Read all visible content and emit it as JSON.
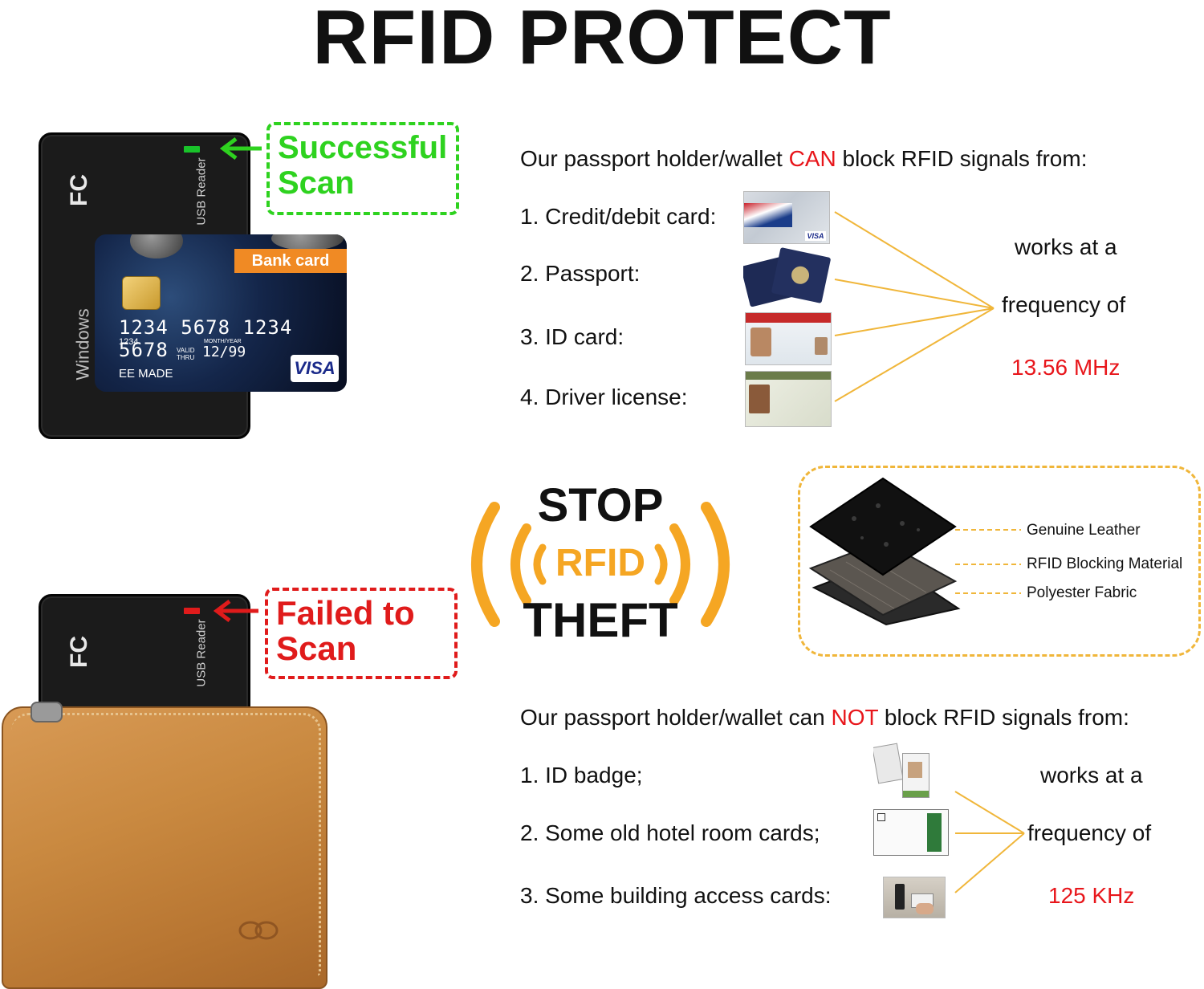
{
  "title": "RFID PROTECT",
  "top_reader": {
    "fc": "FC",
    "usb_label": "USB Reader",
    "windows_label": "Windows",
    "led_color": "#19c32a",
    "status_lines": [
      "Successful",
      "Scan"
    ],
    "status_color": "#2ed21f"
  },
  "bank_card": {
    "tag": "Bank card",
    "number": "1234 5678 1234 5678",
    "sub_number": "1234",
    "valid_label": "VALID THRU",
    "month_year_label": "MONTH/YEAR",
    "expiry": "12/99",
    "holder": "EE MADE",
    "brand": "VISA"
  },
  "can_block": {
    "heading_pre": "Our passport holder/wallet ",
    "heading_highlight": "CAN",
    "heading_post": " block RFID signals from:",
    "items": [
      {
        "label": "1. Credit/debit card:",
        "icon": "credit-card-image"
      },
      {
        "label": "2. Passport:",
        "icon": "passport-image"
      },
      {
        "label": "3. ID card:",
        "icon": "id-card-image"
      },
      {
        "label": "4. Driver license:",
        "icon": "driver-license-image"
      }
    ],
    "freq_line1": "works at a",
    "freq_line2": "frequency of",
    "freq_value": "13.56 MHz"
  },
  "stop_badge": {
    "line1": "STOP",
    "line2": "RFID",
    "line3": "THEFT",
    "accent": "#f5a623"
  },
  "layers": {
    "items": [
      "Genuine Leather",
      "RFID Blocking Material",
      "Polyester Fabric"
    ],
    "accent": "#f0b63a"
  },
  "bottom_reader": {
    "fc": "FC",
    "usb_label": "USB Reader",
    "led_color": "#e01b1b",
    "status_lines": [
      "Failed to",
      "Scan"
    ],
    "status_color": "#e01b1b"
  },
  "cannot_block": {
    "heading_pre": "Our passport holder/wallet can ",
    "heading_highlight": "NOT",
    "heading_post": " block RFID signals from:",
    "items": [
      {
        "label": "1. ID badge;",
        "icon": "id-badge-image"
      },
      {
        "label": "2. Some old hotel room cards;",
        "icon": "hotel-card-image"
      },
      {
        "label": "3. Some building access cards:",
        "icon": "access-card-image"
      }
    ],
    "freq_line1": "works at a",
    "freq_line2": "frequency of",
    "freq_value": "125 KHz"
  }
}
